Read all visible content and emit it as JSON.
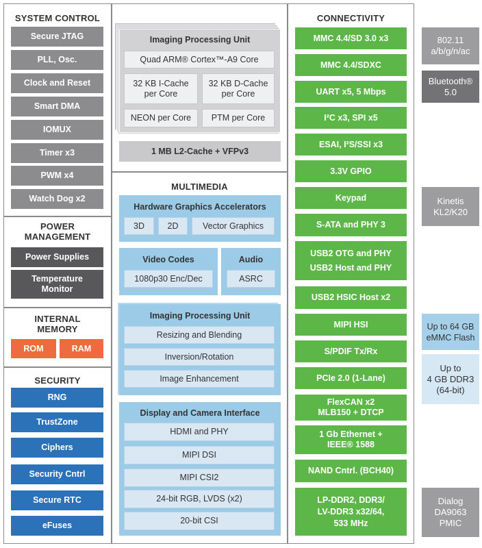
{
  "system_control": {
    "title": "SYSTEM CONTROL",
    "items": [
      "Secure JTAG",
      "PLL, Osc.",
      "Clock and Reset",
      "Smart DMA",
      "IOMUX",
      "Timer x3",
      "PWM x4",
      "Watch Dog x2"
    ]
  },
  "power_management": {
    "title": "POWER\nMANAGEMENT",
    "items": [
      "Power Supplies",
      "Temperature\nMonitor"
    ]
  },
  "internal_memory": {
    "title": "INTERNAL\nMEMORY",
    "items": [
      "ROM",
      "RAM"
    ]
  },
  "security": {
    "title": "SECURITY",
    "items": [
      "RNG",
      "TrustZone",
      "Ciphers",
      "Security Cntrl",
      "Secure RTC",
      "eFuses"
    ]
  },
  "cpu": {
    "title": "Imaging Processing Unit",
    "core": "Quad ARM® Cortex™-A9 Core",
    "icache": "32 KB I-Cache\nper Core",
    "dcache": "32 KB D-Cache\nper Core",
    "neon": "NEON per Core",
    "ptm": "PTM per Core",
    "l2": "1 MB L2-Cache + VFPv3"
  },
  "multimedia": {
    "title": "MULTIMEDIA",
    "graphics": {
      "title": "Hardware Graphics Accelerators",
      "items": [
        "3D",
        "2D",
        "Vector Graphics"
      ]
    },
    "video": {
      "title": "Video Codes",
      "item": "1080p30 Enc/Dec"
    },
    "audio": {
      "title": "Audio",
      "item": "ASRC"
    },
    "ipu": {
      "title": "Imaging Processing Unit",
      "items": [
        "Resizing and Blending",
        "Inversion/Rotation",
        "Image Enhancement"
      ]
    },
    "display": {
      "title": "Display and Camera Interface",
      "items": [
        "HDMI and PHY",
        "MIPI DSI",
        "MIPI CSI2",
        "24-bit RGB, LVDS (x2)",
        "20-bit CSI"
      ]
    }
  },
  "connectivity": {
    "title": "CONNECTIVITY",
    "items": [
      "MMC 4.4/SD 3.0 x3",
      "MMC 4.4/SDXC",
      "UART x5, 5 Mbps",
      "I²C x3, SPI x5",
      "ESAI, I²S/SSI x3",
      "3.3V GPIO",
      "Keypad",
      "S-ATA and PHY 3",
      "USB2 OTG and PHY\nUSB2 Host and PHY",
      "USB2 HSIC Host x2",
      "MIPI HSI",
      "S/PDIF Tx/Rx",
      "PCIe 2.0 (1-Lane)",
      "FlexCAN x2\nMLB150 + DTCP",
      "1 Gb Ethernet +\nIEEE® 1588",
      "NAND Cntrl. (BCH40)",
      "LP-DDR2, DDR3/\nLV-DDR3 x32/64,\n533 MHz"
    ]
  },
  "external": {
    "wifi": "802.11\na/b/g/n/ac",
    "bluetooth": "Bluetooth®\n5.0",
    "kinetis": "Kinetis\nKL2/K20",
    "emmc": "Up to 64 GB\neMMC Flash",
    "ddr": "Up to\n4 GB DDR3\n(64-bit)",
    "pmic": "Dialog\nDA9063\nPMIC"
  }
}
